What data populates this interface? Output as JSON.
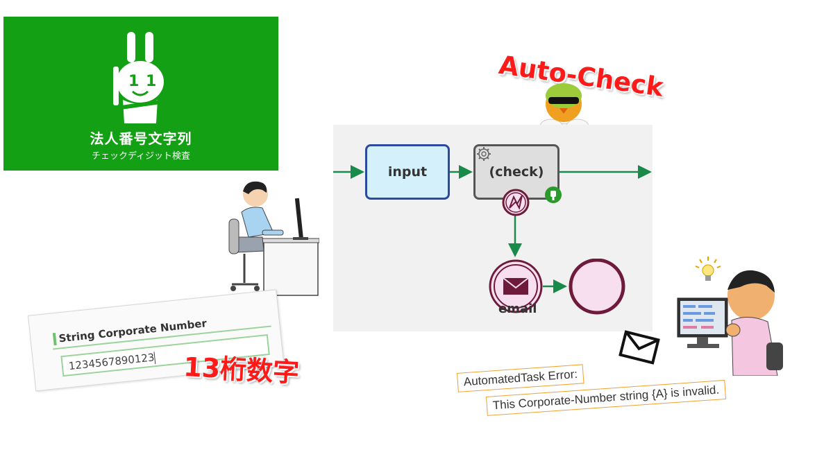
{
  "logo": {
    "title": "法人番号文字列",
    "subtitle": "チェックディジット検査",
    "background_color": "#13a014"
  },
  "heading": {
    "text": "Auto-Check",
    "color": "#ff1a1a"
  },
  "workflow": {
    "nodes": {
      "input_label": "input",
      "check_label": "(check)",
      "email_label": "email"
    },
    "connector_color": "#1a8a4a",
    "icons": [
      "gear-icon",
      "error-event-icon",
      "plug-badge-icon",
      "envelope-icon",
      "end-event-icon"
    ]
  },
  "form": {
    "field_label": "String Corporate Number",
    "field_value": "1234567890123"
  },
  "digits_label": "13桁数字",
  "error_message": {
    "line1": "AutomatedTask Error:",
    "line2": "This Corporate-Number string {A} is invalid."
  }
}
